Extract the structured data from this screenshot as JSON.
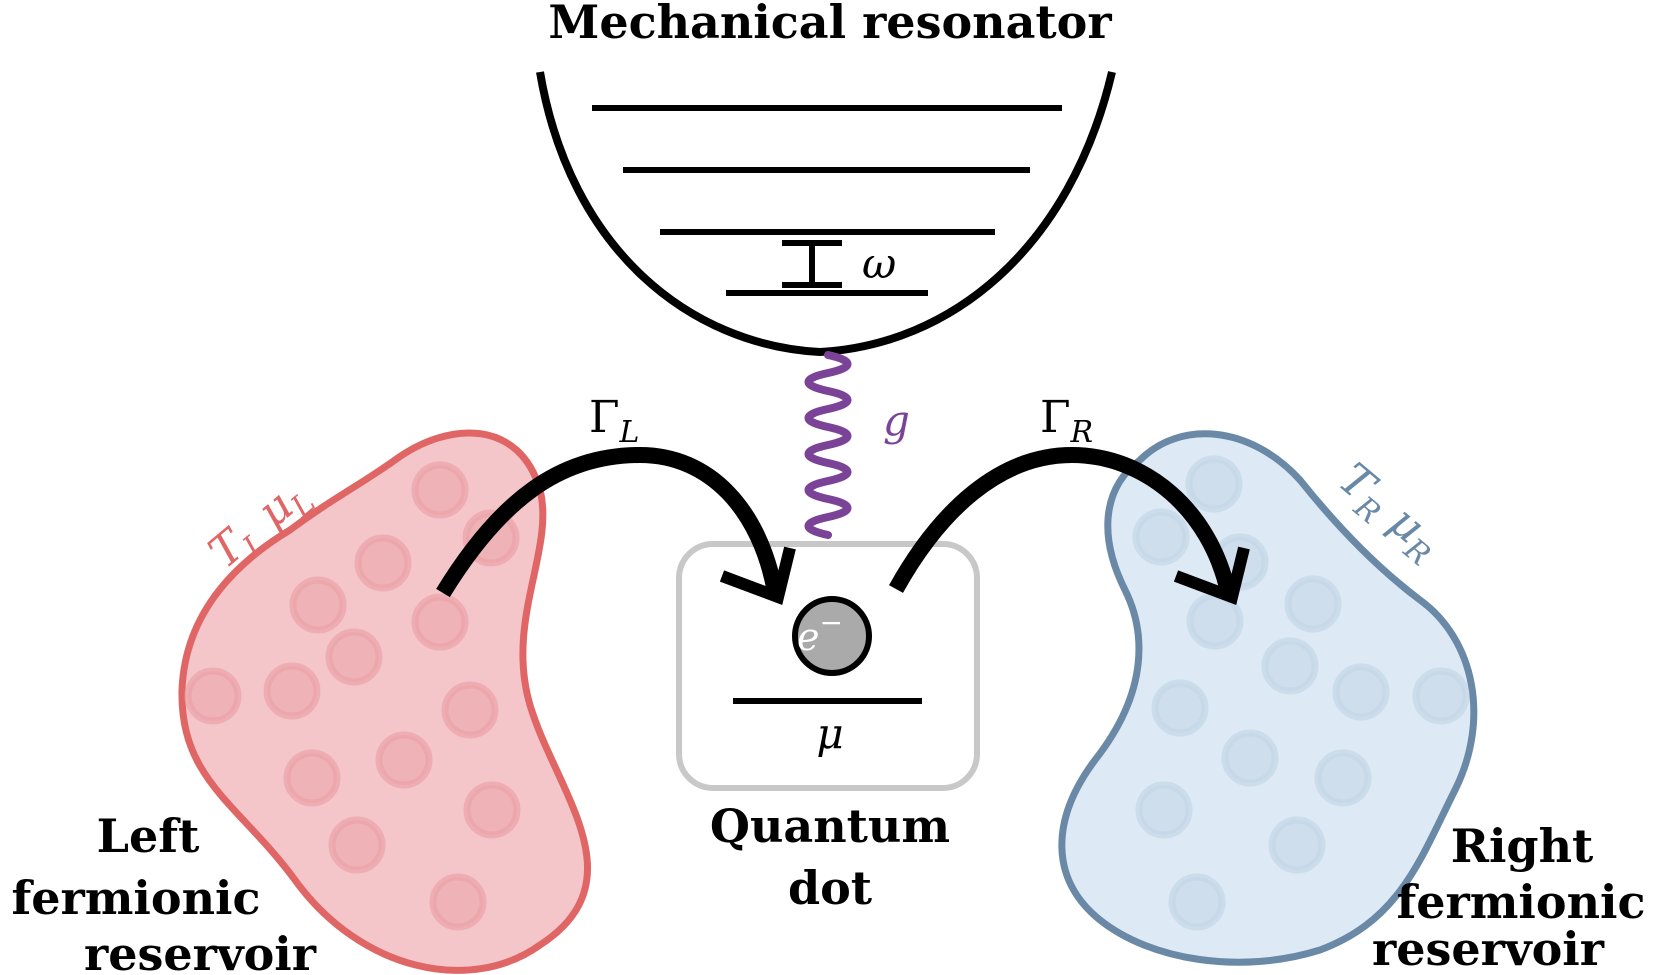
{
  "labels": {
    "resonator_title": "Mechanical resonator",
    "omega": "ω",
    "coupling_g": "g",
    "gamma_left": "Γ",
    "gamma_left_sub": "L",
    "gamma_right": "Γ",
    "gamma_right_sub": "R",
    "left_T": "T",
    "left_T_sub": "L",
    "left_mu": "μ",
    "left_mu_sub": "L",
    "right_T": "T",
    "right_T_sub": "R",
    "right_mu": "μ",
    "right_mu_sub": "R",
    "electron": "e",
    "electron_sup": "−",
    "dot_level_mu": "μ",
    "qd_line1": "Quantum",
    "qd_line2": "dot",
    "left_line1": "Left",
    "left_line2": "fermionic",
    "left_line3": "reservoir",
    "right_line1": "Right",
    "right_line2": "fermionic",
    "right_line3": "reservoir"
  },
  "colors": {
    "left_reservoir_stroke": "#e06666",
    "left_reservoir_fill": "#f4c6c9",
    "left_particle": "#eba3a8",
    "right_reservoir_stroke": "#6a89a6",
    "right_reservoir_fill": "#dde9f5",
    "right_particle": "#c3d5e6",
    "spring": "#7b4397",
    "dot_box": "#c8c8c8",
    "electron_fill": "#aaaaaa"
  }
}
